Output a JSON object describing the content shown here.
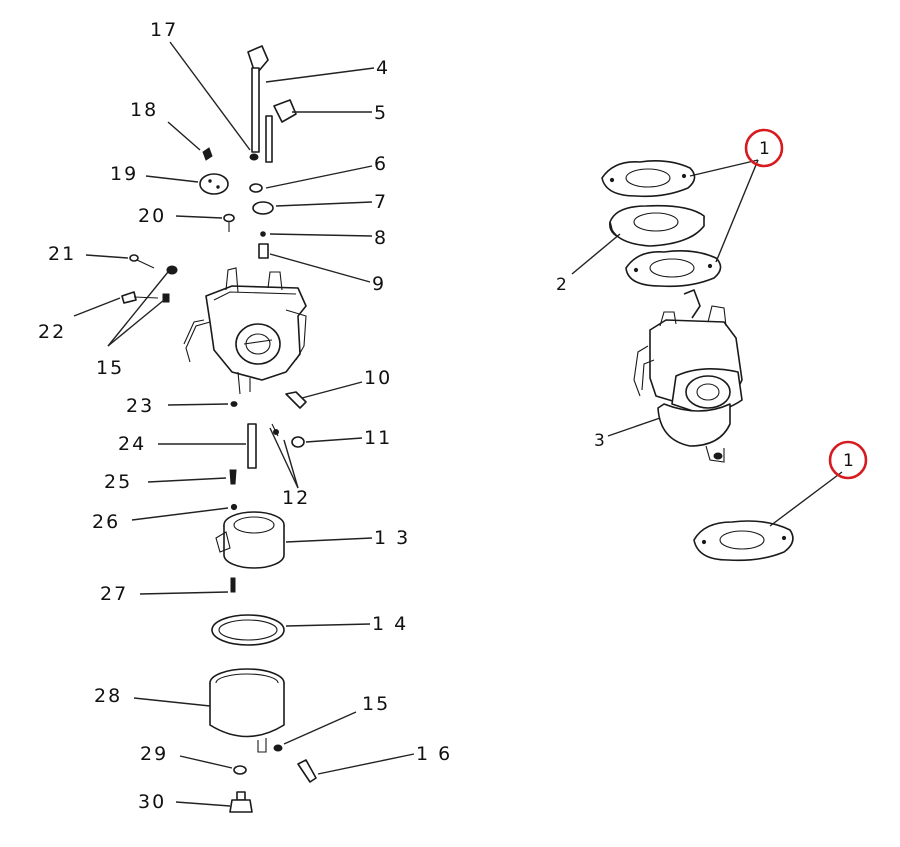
{
  "callouts_left": {
    "c17": "17",
    "c4": "4",
    "c5": "5",
    "c18": "18",
    "c6": "6",
    "c19": "19",
    "c7": "7",
    "c20": "20",
    "c8": "8",
    "c21": "21",
    "c9": "9",
    "c22": "22",
    "c15a": "15",
    "c10": "10",
    "c23": "23",
    "c24": "24",
    "c11": "11",
    "c25": "25",
    "c12": "12",
    "c26": "26",
    "c13": "1 3",
    "c27": "27",
    "c14": "1 4",
    "c28": "28",
    "c15b": "15",
    "c16": "1 6",
    "c29": "29",
    "c30": "30"
  },
  "callouts_right": {
    "gasket_top": "1",
    "spacer": "2",
    "carb_assembly": "3",
    "gasket_bottom": "1"
  },
  "highlight_color": "#d71920"
}
